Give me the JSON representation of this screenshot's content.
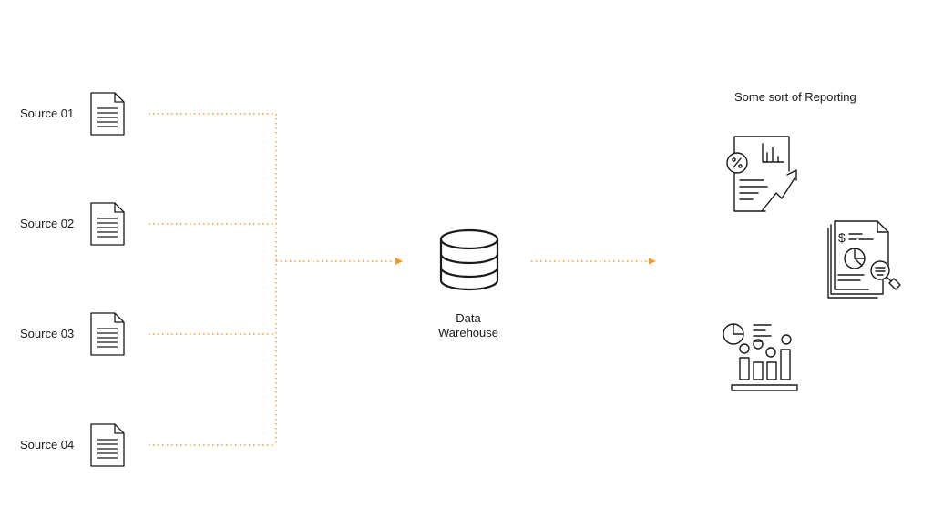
{
  "sources": [
    {
      "label": "Source 01"
    },
    {
      "label": "Source 02"
    },
    {
      "label": "Source 03"
    },
    {
      "label": "Source 04"
    }
  ],
  "warehouse": {
    "line1": "Data",
    "line2": "Warehouse",
    "icon": "database-icon"
  },
  "reporting": {
    "title": "Some sort of Reporting",
    "icons": [
      "growth-report-icon",
      "financial-audit-icon",
      "analytics-dashboard-icon"
    ]
  },
  "colors": {
    "connector": "#f39a2c",
    "stroke": "#1a1a1a",
    "background": "#ffffff"
  }
}
